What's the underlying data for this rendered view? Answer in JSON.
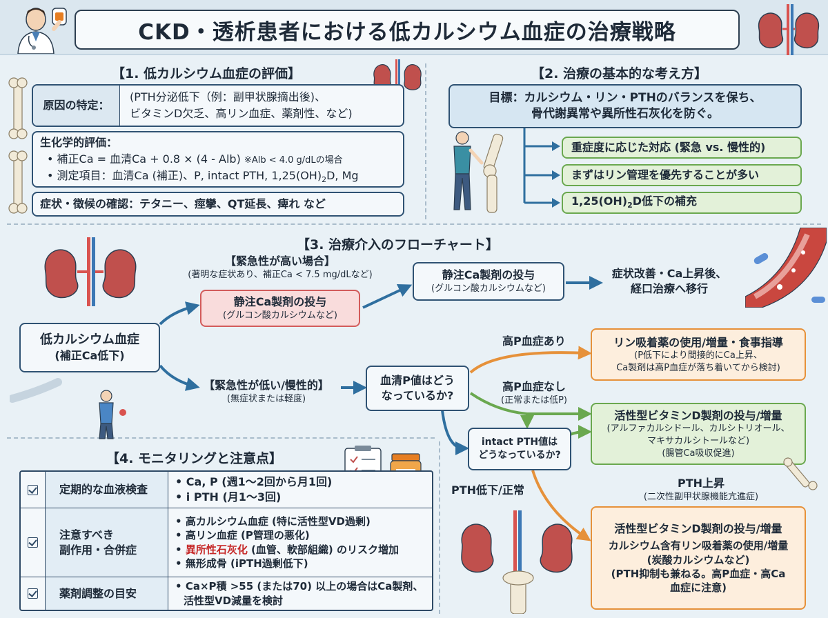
{
  "title": "CKD・透析患者における低カルシウム血症の治療戦略",
  "section1": {
    "heading": "【1. 低カルシウム血症の評価】",
    "cause_label": "原因の特定：",
    "cause_line1": "(PTH分泌低下（例：副甲状腺摘出後)、",
    "cause_line2": "ビタミンD欠乏、高リン血症、薬剤性、など)",
    "biochem_label": "生化学的評価：",
    "biochem_item1": "補正Ca = 血清Ca + 0.8 × (4 - Alb)",
    "biochem_item1_note": "※Alb < 4.0 g/dLの場合",
    "biochem_item2_pre": "測定項目：血清Ca (補正)、P, intact PTH, 1,25(OH)",
    "biochem_item2_sub": "2",
    "biochem_item2_post": "D, Mg",
    "symptom": "症状・徴候の確認：テタニー、痙攣、QT延長、痺れ など"
  },
  "section2": {
    "heading": "【2. 治療の基本的な考え方】",
    "goal_line1": "目標：カルシウム・リン・PTHのバランスを保ち、",
    "goal_line2": "骨代謝異常や異所性石灰化を防ぐ。",
    "point1": "重症度に応じた対応 (緊急 vs. 慢性的)",
    "point2": "まずはリン管理を優先することが多い",
    "point3_pre": "1,25(OH)",
    "point3_sub": "2",
    "point3_post": "D低下の補充"
  },
  "section3": {
    "heading": "【3. 治療介入のフローチャート】",
    "start_line1": "低カルシウム血症",
    "start_line2": "(補正Ca低下)",
    "urgent_label": "【緊急性が高い場合】",
    "urgent_note": "(著明な症状あり、補正Ca < 7.5 mg/dLなど)",
    "iv1_line1": "静注Ca製剤の投与",
    "iv1_line2": "(グルコン酸カルシウムなど)",
    "iv2_line1": "静注Ca製剤の投与",
    "iv2_line2": "(グルコン酸カルシウムなど)",
    "after_iv_line1": "症状改善・Ca上昇後、",
    "after_iv_line2": "経口治療へ移行",
    "chronic_label": "【緊急性が低い/慢性的】",
    "chronic_note": "(無症状または軽度)",
    "p_question_line1": "血清P値はどう",
    "p_question_line2": "なっているか?",
    "high_p_label": "高P血症あり",
    "binder_title": "リン吸着薬の使用/増量・食事指導",
    "binder_note1": "(P低下により間接的にCa上昇、",
    "binder_note2": "Ca製剤は高P血症が落ち着いてから検討)",
    "no_high_p_label": "高P血症なし",
    "no_high_p_note": "(正常または低P)",
    "vitd1_title": "活性型ビタミンD製剤の投与/増量",
    "vitd1_note1": "(アルファカルシドール、カルシトリオール、",
    "vitd1_note2": "マキサカルシトールなど)",
    "vitd1_note3": "(腸管Ca吸収促進)",
    "pth_question_line1": "intact PTH値は",
    "pth_question_line2": "どうなっているか?",
    "pth_low_label": "PTH低下/正常",
    "pth_high_label": "PTH上昇",
    "pth_high_note": "(二次性副甲状腺機能亢進症)",
    "vitd2_title": "活性型ビタミンD製剤の投与/増量",
    "vitd2_line2": "カルシウム含有リン吸着薬の使用/増量",
    "vitd2_line3": "(炭酸カルシウムなど)",
    "vitd2_line4": "(PTH抑制も兼ねる。高P血症・高Ca",
    "vitd2_line5": "血症に注意)"
  },
  "section4": {
    "heading": "【4. モニタリングと注意点】",
    "rows": [
      {
        "category": "定期的な血液検査",
        "details": [
          "Ca, P (週1〜2回から月1回)",
          "i PTH (月1〜3回)"
        ]
      },
      {
        "category_line1": "注意すべき",
        "category_line2": "副作用・合併症",
        "details": [
          "高カルシウム血症 (特に活性型VD過剰)",
          "高リン血症 (P管理の悪化)"
        ],
        "highlight": "異所性石灰化",
        "highlight_rest": " (血管、軟部組織) のリスク増加",
        "last": "無形成骨 (iPTH過剰低下)"
      },
      {
        "category": "薬剤調整の目安",
        "details": [
          "Ca×P積 >55 (または70) 以上の場合はCa製剤、",
          "活性型VD減量を検討"
        ]
      }
    ]
  },
  "colors": {
    "blue_arrow": "#2f6f9f",
    "green_arrow": "#6aa84f",
    "orange_arrow": "#e6913a",
    "red_box": "#d25b5b"
  }
}
